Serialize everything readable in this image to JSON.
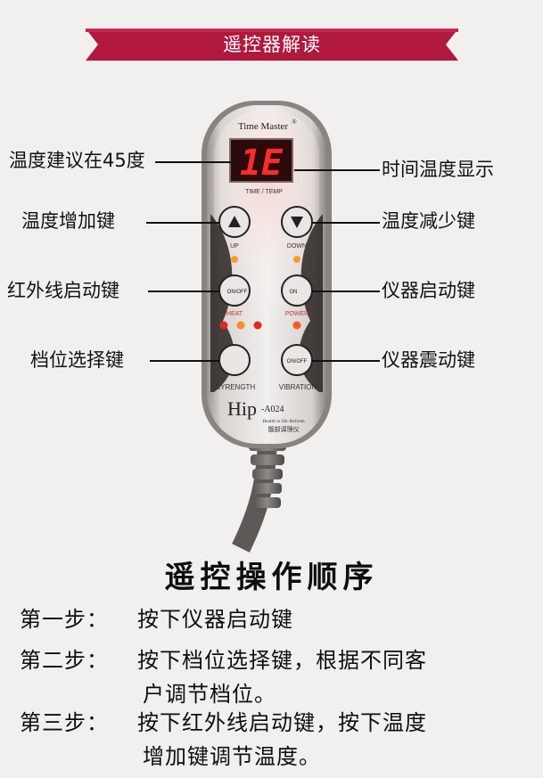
{
  "header": {
    "banner_title": "遥控器解读"
  },
  "device": {
    "brand": "Time Master",
    "brand_mark": "®",
    "display_value": "1E",
    "display_caption": "TIME / TEMP",
    "buttons": {
      "up": {
        "caption": "UP"
      },
      "down": {
        "caption": "DOWN"
      },
      "heat": {
        "face": "ON/OFF",
        "caption": "HEAT"
      },
      "power": {
        "face": "ON",
        "caption": "POWER"
      },
      "strength": {
        "caption": "SYRENGTH"
      },
      "vibration": {
        "face": "ON/OFF",
        "caption": "VIBRATION"
      }
    },
    "model": "Hip",
    "model_code": "-A024",
    "slogan": "Health is life·Refresh",
    "product_name": "髋部调理仪"
  },
  "callouts": {
    "temp_suggest": "温度建议在45度",
    "time_temp_display": "时间温度显示",
    "temp_up": "温度增加键",
    "temp_down": "温度减少键",
    "infrared": "红外线启动键",
    "power": "仪器启动键",
    "gear": "档位选择键",
    "vibration": "仪器震动键"
  },
  "instructions": {
    "title": "遥控操作顺序",
    "steps": [
      {
        "label": "第一步：",
        "text": "按下仪器启动键",
        "cont": ""
      },
      {
        "label": "第二步：",
        "text": "按下档位选择键，根据不同客",
        "cont": "户调节档位。"
      },
      {
        "label": "第三步：",
        "text": "按下红外线启动键，按下温度",
        "cont": "增加键调节温度。"
      }
    ]
  }
}
